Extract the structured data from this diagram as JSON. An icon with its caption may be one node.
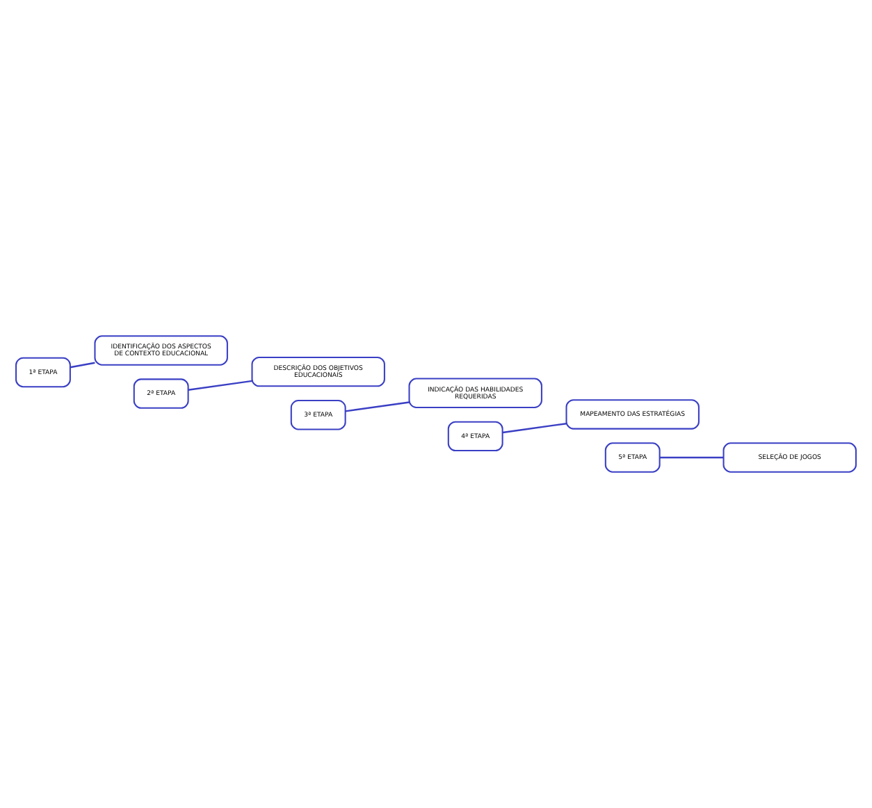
{
  "diagram": {
    "nodes": [
      {
        "text": [
          "1ª ETAPA"
        ]
      },
      {
        "text": [
          "IDENTIFICAÇÃO DOS ASPECTOS DE CONTEXTO EDUCACIONAL"
        ]
      },
      {
        "text": [
          "2ª ETAPA"
        ]
      },
      {
        "text": [
          "DESCRIÇÃO DOS OBJETIVOS EDUCACIONAIS"
        ]
      },
      {
        "text": [
          "3ª ETAPA"
        ]
      },
      {
        "text": [
          "INDICAÇÃO DAS HABILIDADES REQUERIDAS"
        ]
      },
      {
        "text": [
          "4ª ETAPA"
        ]
      },
      {
        "text": [
          "MAPEAMENTO DAS ESTRATÉGIAS"
        ]
      },
      {
        "text": [
          "5ª ETAPA"
        ]
      },
      {
        "text": [
          "SELEÇÃO DE JOGOS"
        ]
      }
    ],
    "edges": [
      {
        "from": 0,
        "to": 1,
        "arrow": "none"
      },
      {
        "from": 2,
        "to": 3,
        "arrow": "none"
      },
      {
        "from": 4,
        "to": 5,
        "arrow": "none"
      },
      {
        "from": 6,
        "to": 7,
        "arrow": "none"
      },
      {
        "from": 8,
        "to": 9,
        "arrow": "none"
      }
    ]
  }
}
